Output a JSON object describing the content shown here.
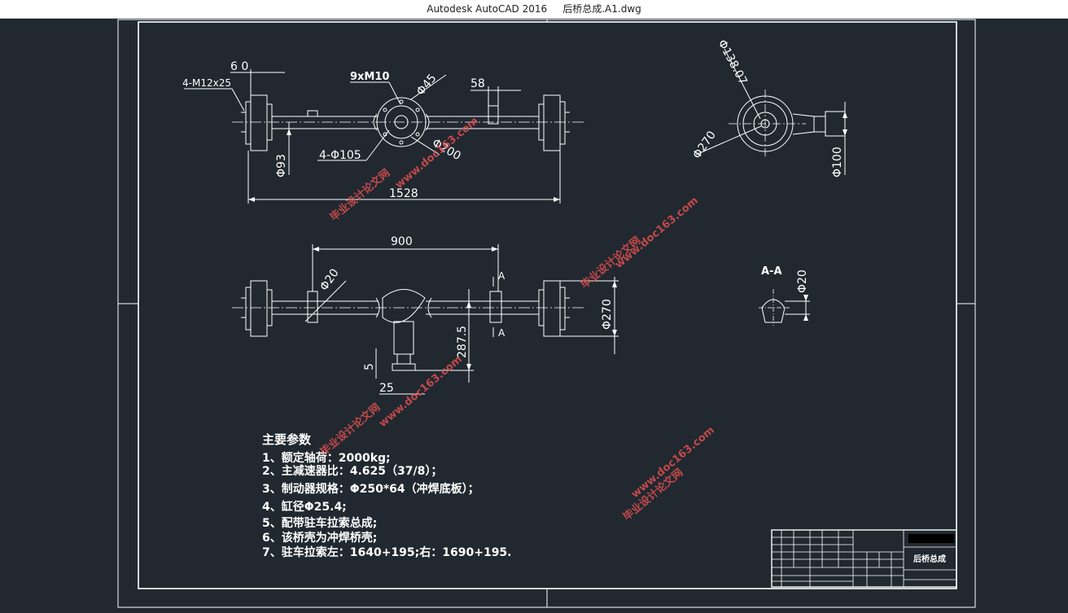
{
  "window": {
    "app_title": "Autodesk AutoCAD 2016",
    "file_name": "后桥总成.A1.dwg"
  },
  "colors": {
    "canvas_bg": "#212830",
    "line": "#ffffff",
    "watermark": "#e05050"
  },
  "dims": {
    "d60": "6 0",
    "m12": "4-M12x25",
    "m10": "9xM10",
    "d45": "Φ45",
    "d58": "58",
    "d105": "4-Φ105",
    "d200": "Φ200",
    "d93": "Φ93",
    "d1528": "1528",
    "d13807": "Φ138.07",
    "d270a": "Φ270",
    "d100": "Φ100",
    "d900": "900",
    "d20a": "Φ20",
    "d270b": "Φ270",
    "d2875": "287.5",
    "d5": "5",
    "d25": "25",
    "secA1": "A",
    "secA2": "A",
    "aa": "A-A",
    "d20b": "Φ20"
  },
  "params": {
    "heading": "主要参数",
    "items": [
      "1、额定轴荷：2000kg;",
      "2、主减速器比：4.625（37/8）；",
      "3、制动器规格：Φ250*64（冲焊底板）；",
      "4、缸径Φ25.4;",
      "5、配带驻车拉索总成;",
      "6、该桥壳为冲焊桥壳;",
      "7、驻车拉索左：1640+195;右：1690+195."
    ]
  },
  "title_block": {
    "drawing_name": "后桥总成"
  },
  "watermarks": {
    "cn": "毕业设计论文网",
    "url": "www.doc163.com"
  }
}
